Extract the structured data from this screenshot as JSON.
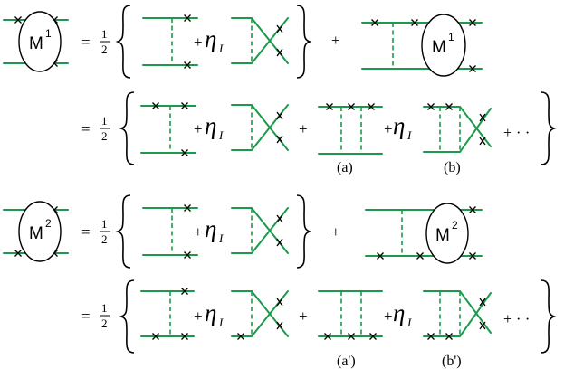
{
  "symbols": {
    "equals": "=",
    "plus": "+",
    "half_num": "1",
    "half_den": "2",
    "eta": "η",
    "eta_sub": "I",
    "dots": "+ · ·"
  },
  "blobs": {
    "m1": {
      "base": "M",
      "sup": "1"
    },
    "m2": {
      "base": "M",
      "sup": "2"
    }
  },
  "labels": {
    "a": "(a)",
    "b": "(b)",
    "a_prime": "(a')",
    "b_prime": "(b')"
  },
  "colors": {
    "propagator": "#1a9a4a",
    "mark": "#000000"
  }
}
